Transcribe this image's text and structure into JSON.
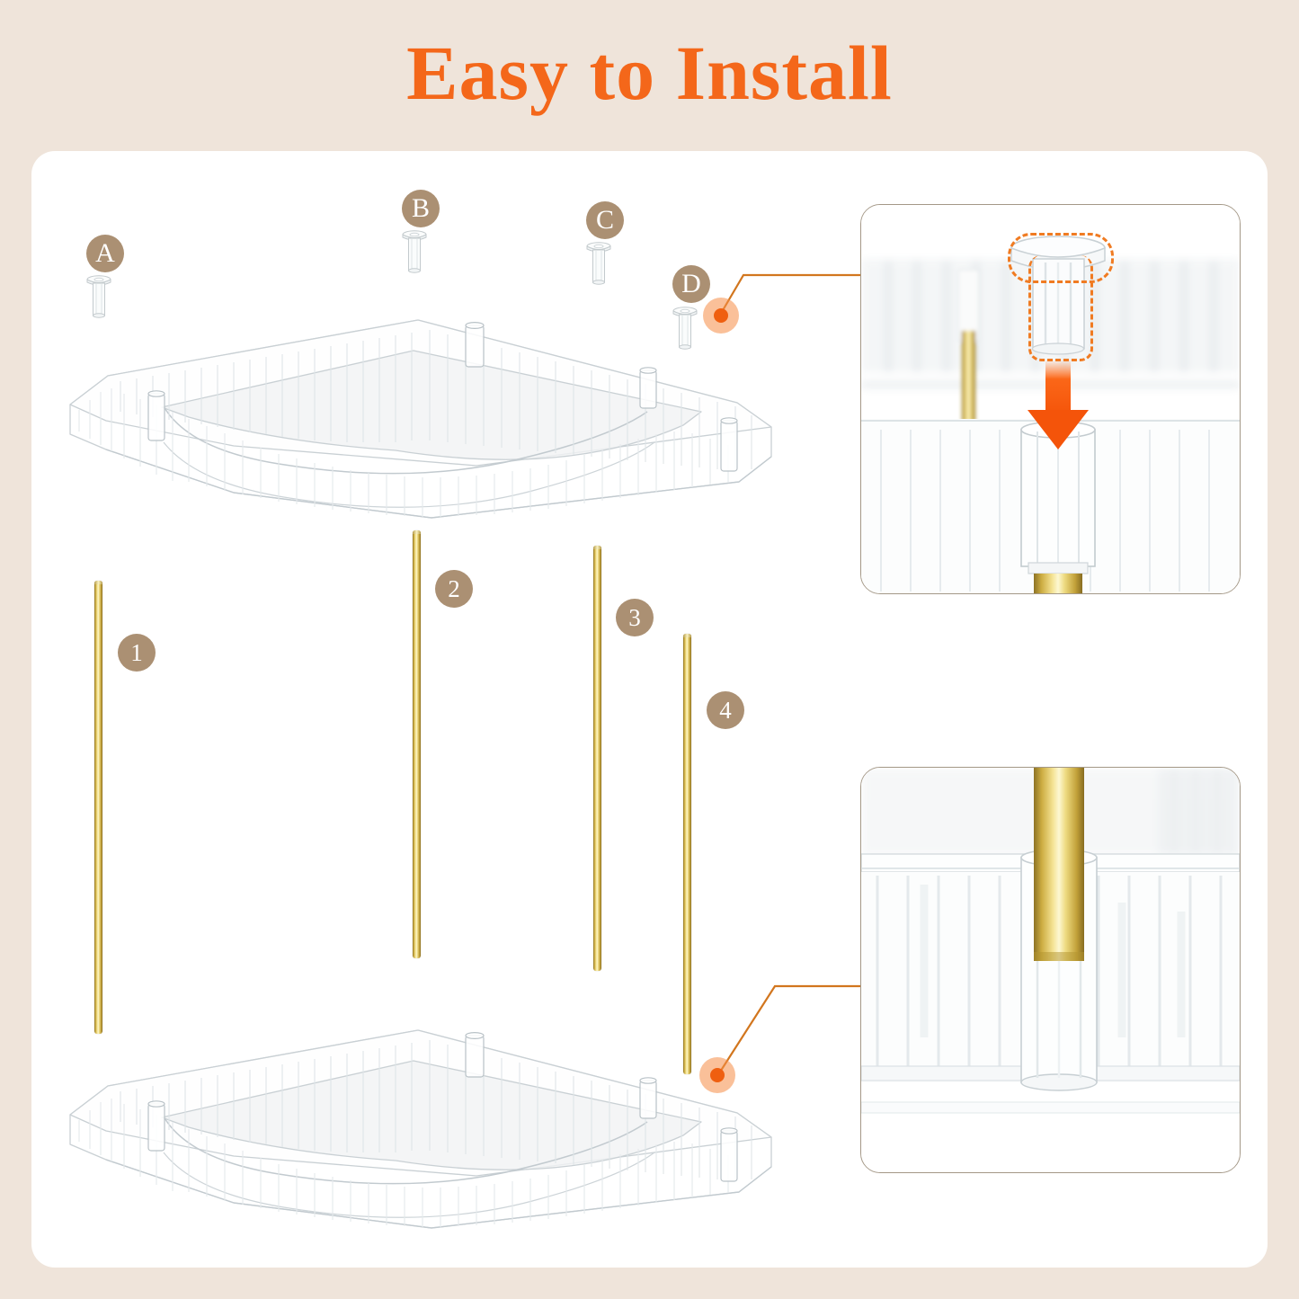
{
  "page": {
    "title": "Easy to Install",
    "background_color": "#efe4da",
    "card_color": "#ffffff",
    "title_color": "#f4671a"
  },
  "colors": {
    "accent_orange": "#ef5f10",
    "accent_orange_light": "#f68c46",
    "badge_tan": "#ab9073",
    "gold": "#e8d285",
    "panel_border": "#a49887",
    "clear_plastic": "#d8dde0"
  },
  "hardware_labels": [
    {
      "id": "A",
      "label": "A",
      "icon": "clear-peg-icon"
    },
    {
      "id": "B",
      "label": "B",
      "icon": "clear-peg-icon"
    },
    {
      "id": "C",
      "label": "C",
      "icon": "clear-peg-icon"
    },
    {
      "id": "D",
      "label": "D",
      "icon": "clear-peg-icon"
    }
  ],
  "rod_labels": [
    {
      "id": "1",
      "label": "1"
    },
    {
      "id": "2",
      "label": "2"
    },
    {
      "id": "3",
      "label": "3"
    },
    {
      "id": "4",
      "label": "4"
    }
  ],
  "parts": {
    "top_tray": "clear-corner-tray",
    "bottom_tray": "clear-corner-tray",
    "rods": "gold-support-rod"
  },
  "detail_panels": [
    {
      "id": "cap-insert",
      "highlight": "dashed-outline",
      "arrow": "down-arrow-icon",
      "source_label": "D"
    },
    {
      "id": "rod-socket",
      "highlight": "none",
      "arrow": "none",
      "source_label": "4"
    }
  ]
}
